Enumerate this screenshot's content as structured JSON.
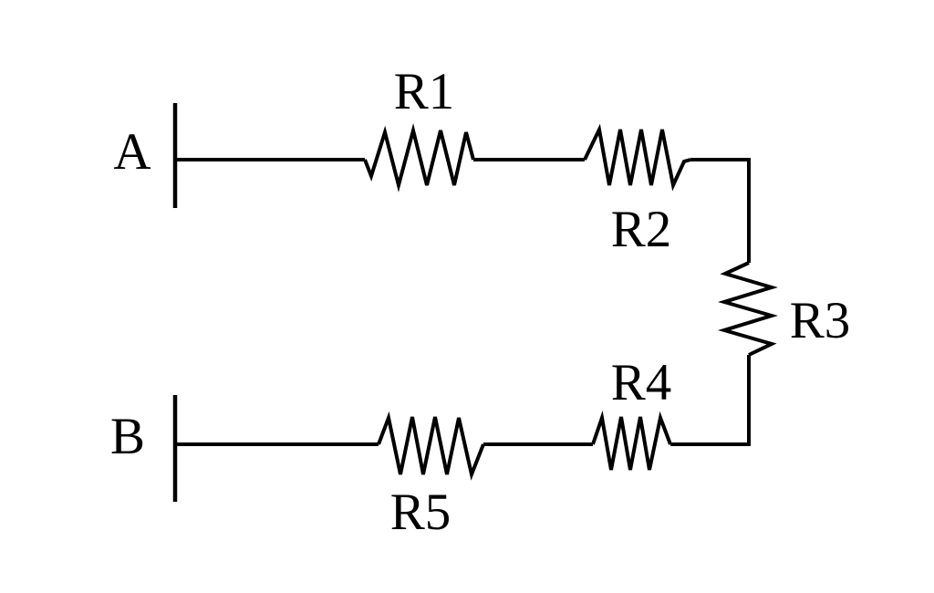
{
  "diagram": {
    "type": "circuit-schematic",
    "description": "Series resistor network between terminal A and terminal B",
    "background_color": "#ffffff",
    "line_color": "#000000",
    "terminals": [
      {
        "id": "A",
        "label": "A"
      },
      {
        "id": "B",
        "label": "B"
      }
    ],
    "resistors": [
      {
        "id": "R1",
        "label": "R1",
        "orientation": "horizontal",
        "branch": "top"
      },
      {
        "id": "R2",
        "label": "R2",
        "orientation": "horizontal",
        "branch": "top"
      },
      {
        "id": "R3",
        "label": "R3",
        "orientation": "vertical",
        "branch": "right"
      },
      {
        "id": "R4",
        "label": "R4",
        "orientation": "horizontal",
        "branch": "bottom"
      },
      {
        "id": "R5",
        "label": "R5",
        "orientation": "horizontal",
        "branch": "bottom"
      }
    ],
    "connection_order": "A - R1 - R2 - R3 - R4 - R5 - B"
  }
}
